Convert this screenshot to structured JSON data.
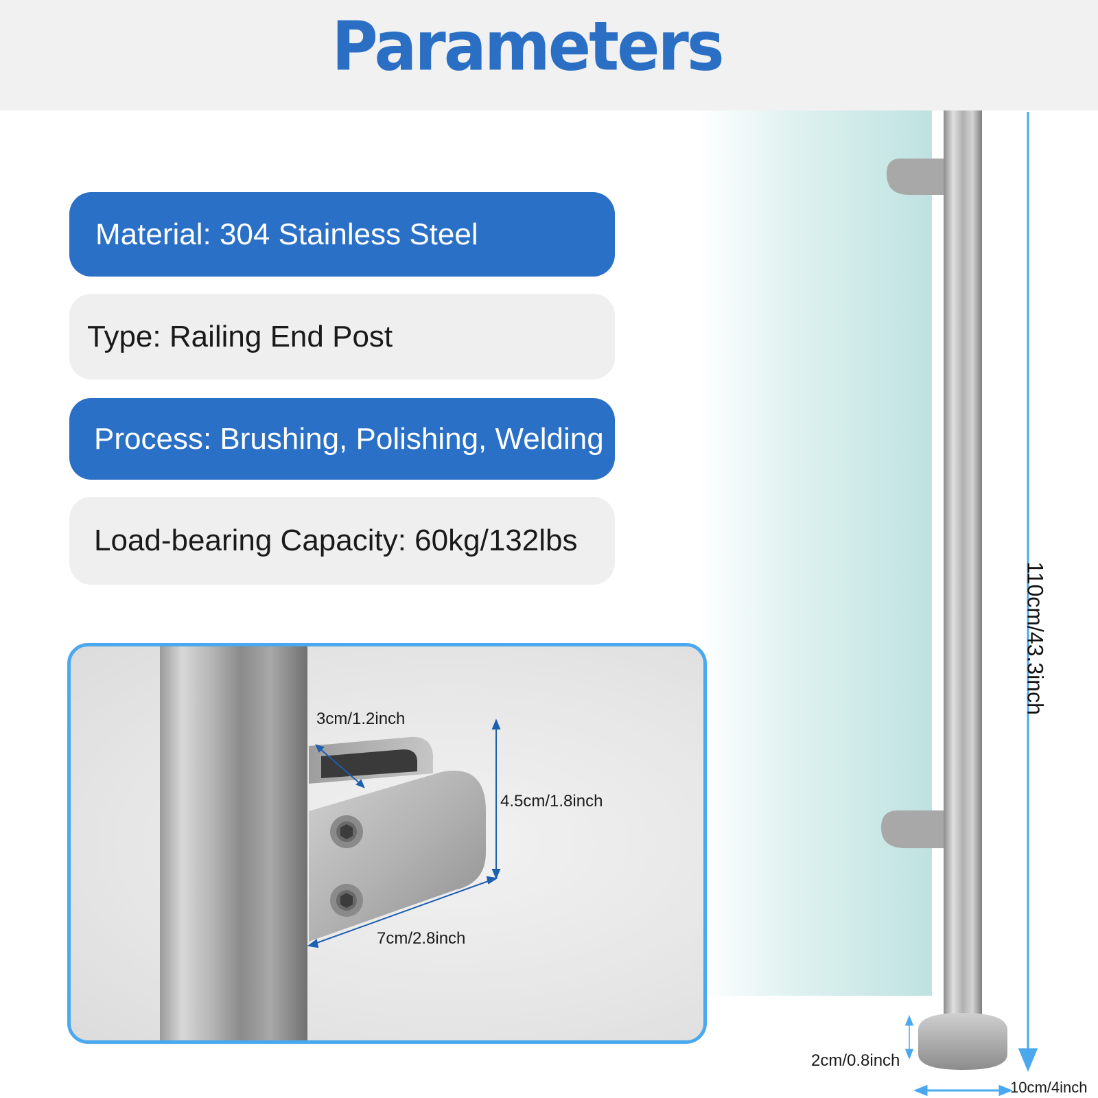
{
  "header": {
    "title": "Parameters"
  },
  "specs": [
    {
      "label": "Material: 304 Stainless Steel",
      "style": "blue"
    },
    {
      "label": "Type: Railing End Post",
      "style": "gray"
    },
    {
      "label": "Process: Brushing, Polishing, Welding",
      "style": "blue"
    },
    {
      "label": "Load-bearing Capacity: 60kg/132lbs",
      "style": "gray"
    }
  ],
  "detail": {
    "thickness_label": "3cm/1.2inch",
    "height_label": "4.5cm/1.8inch",
    "width_label": "7cm/2.8inch"
  },
  "post": {
    "height_label": "110cm/43.3inch",
    "base_height_label": "2cm/0.8inch",
    "base_width_label": "10cm/4inch"
  },
  "colors": {
    "brand_blue": "#2a70c6",
    "pill_gray": "#efefef",
    "dimension_arrow": "#4aa8ee",
    "header_bg": "#f1f1f1"
  }
}
